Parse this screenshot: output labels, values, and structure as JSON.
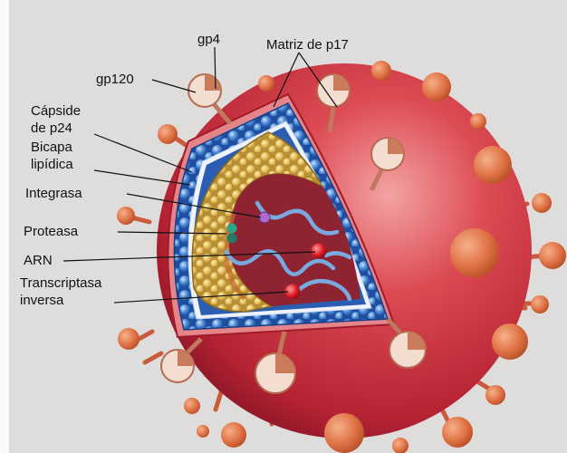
{
  "labels": {
    "gp4": "gp4",
    "matrix": "Matriz de p17",
    "gp120": "gp120",
    "capsid_line1": "Cápside",
    "capsid_line2": "de p24",
    "bilayer_line1": "Bicapa",
    "bilayer_line2": "lipídica",
    "integrase": "Integrasa",
    "protease": "Proteasa",
    "rna": "ARN",
    "rt_line1": "Transcriptasa",
    "rt_line2": "inversa"
  },
  "colors": {
    "envelope": "#c8323c",
    "envelope_dark": "#8e1d28",
    "matrix_blue": "#2f63b8",
    "capsid_gold": "#d9b14a",
    "core_inner": "#8a2430",
    "spike_knob": "#e07a52",
    "rna_strand": "#6f9fd8",
    "enzyme_red": "#d8182a",
    "integrase_purple": "#a05ac0",
    "protease_teal": "#2a8f7a"
  }
}
